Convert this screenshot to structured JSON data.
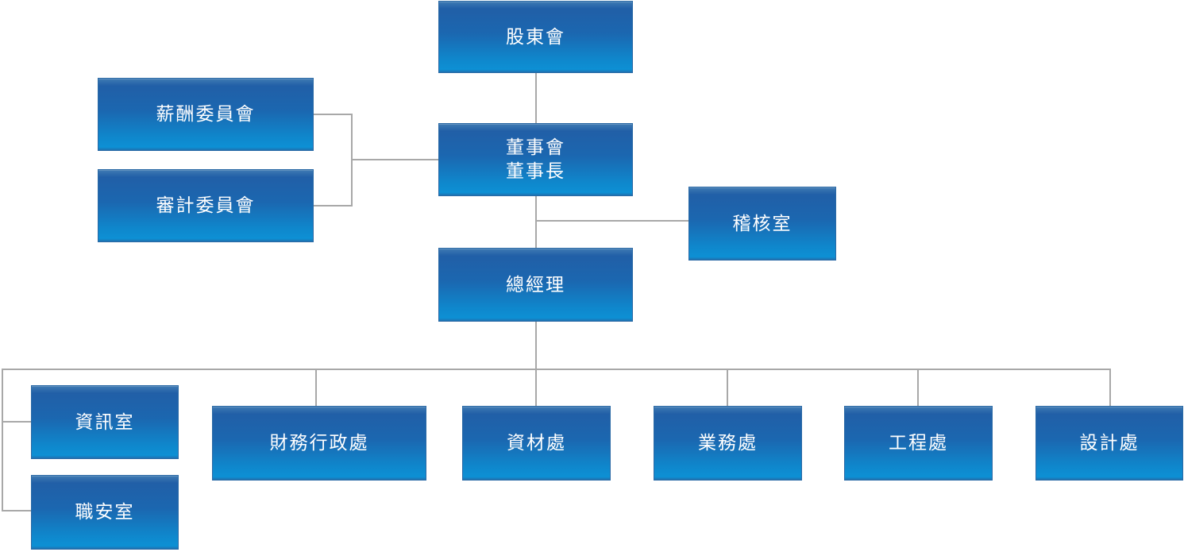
{
  "org_chart": {
    "colors": {
      "node_gradient_top": "#2f6fae",
      "node_gradient_bottom": "#0d90d4",
      "node_border": "#2a69a5",
      "node_text": "#ffffff",
      "connector": "#a8a8a8",
      "background": "#ffffff"
    },
    "nodes": {
      "shareholders_meeting": {
        "label": "股東會"
      },
      "compensation_committee": {
        "label": "薪酬委員會"
      },
      "audit_committee": {
        "label": "審計委員會"
      },
      "board_of_directors": {
        "line1": "董事會",
        "line2": "董事長"
      },
      "audit_office": {
        "label": "稽核室"
      },
      "general_manager": {
        "label": "總經理"
      },
      "information_office": {
        "label": "資訊室"
      },
      "occupational_safety_office": {
        "label": "職安室"
      },
      "finance_administration_division": {
        "label": "財務行政處"
      },
      "materials_division": {
        "label": "資材處"
      },
      "sales_division": {
        "label": "業務處"
      },
      "engineering_division": {
        "label": "工程處"
      },
      "design_division": {
        "label": "設計處"
      }
    }
  }
}
